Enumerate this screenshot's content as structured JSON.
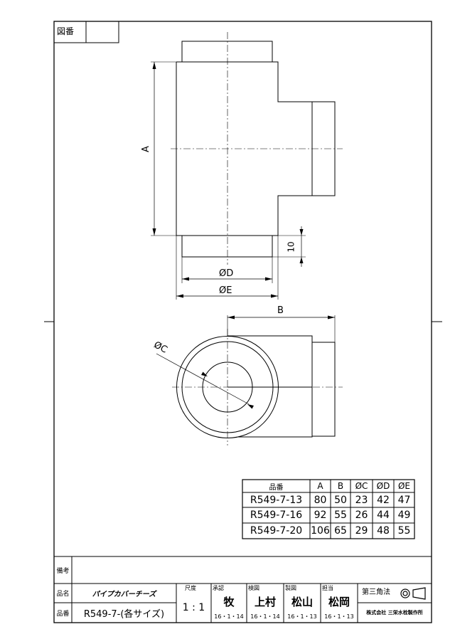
{
  "drawing_number_label": "図番",
  "dims": {
    "a": "A",
    "b": "B",
    "c": "ØC",
    "d": "ØD",
    "e": "ØE",
    "ten": "10"
  },
  "table": {
    "headers": [
      "品番",
      "A",
      "B",
      "ØC",
      "ØD",
      "ØE"
    ],
    "rows": [
      [
        "R549-7-13",
        "80",
        "50",
        "23",
        "42",
        "47"
      ],
      [
        "R549-7-16",
        "92",
        "55",
        "26",
        "44",
        "49"
      ],
      [
        "R549-7-20",
        "106",
        "65",
        "29",
        "48",
        "55"
      ]
    ]
  },
  "title_block": {
    "remarks_label": "備考",
    "name_label": "品名",
    "name_value": "パイプカバーチーズ",
    "number_label": "品番",
    "number_value": "R549-7-(各サイズ)",
    "scale_label": "尺度",
    "scale_value": "1 : 1",
    "approvals": [
      {
        "role": "承認",
        "name": "牧",
        "date": "16・1・14"
      },
      {
        "role": "検図",
        "name": "上村",
        "date": "16・1・14"
      },
      {
        "role": "製図",
        "name": "松山",
        "date": "16・1・13"
      },
      {
        "role": "担当",
        "name": "松岡",
        "date": "16・1・13"
      }
    ],
    "projection": "第三角法",
    "company": "株式会社 三栄水栓製作所"
  }
}
